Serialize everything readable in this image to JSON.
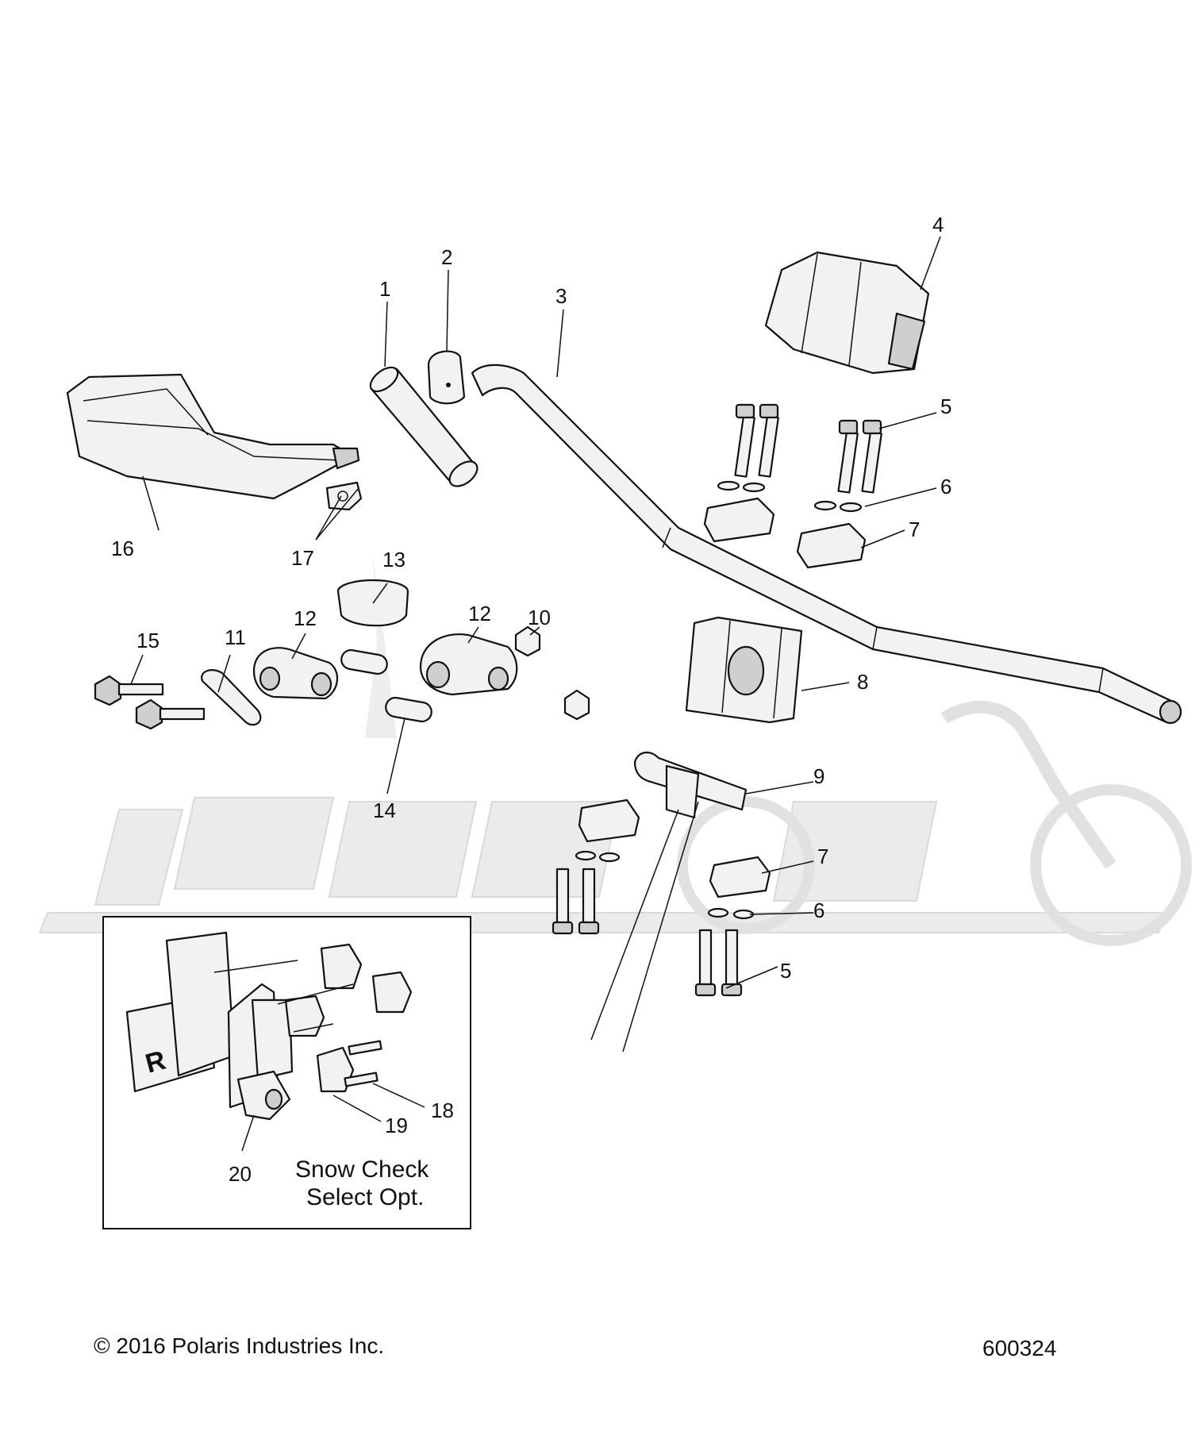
{
  "callouts": {
    "c1": "1",
    "c2": "2",
    "c3": "3",
    "c4": "4",
    "c5a": "5",
    "c5b": "5",
    "c6a": "6",
    "c6b": "6",
    "c7a": "7",
    "c7b": "7",
    "c8": "8",
    "c9": "9",
    "c10": "10",
    "c11": "11",
    "c12a": "12",
    "c12b": "12",
    "c13": "13",
    "c14": "14",
    "c15": "15",
    "c16": "16",
    "c17": "17",
    "c18": "18",
    "c19": "19",
    "c20": "20"
  },
  "inset": {
    "line1": "Snow Check",
    "line2": "Select Opt."
  },
  "footer": {
    "copyright": "© 2016 Polaris Industries Inc.",
    "figure_number": "600324"
  }
}
